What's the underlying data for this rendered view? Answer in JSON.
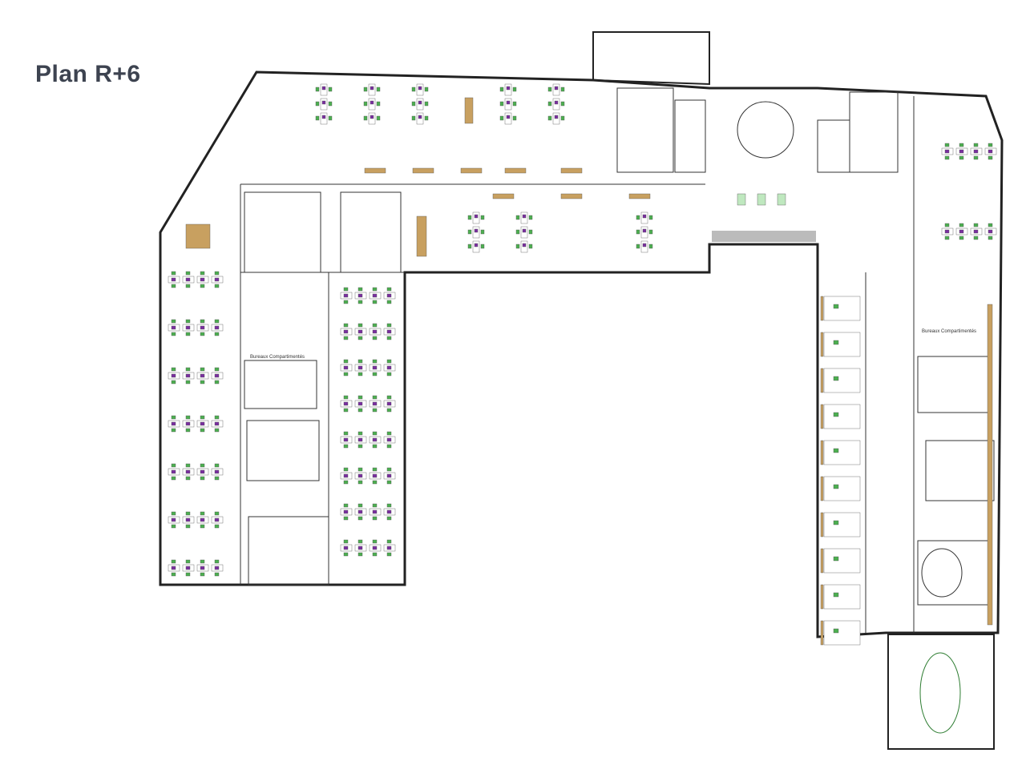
{
  "title": "Plan R+6",
  "labels": {
    "left_office": "Bureaux Compartimentés",
    "right_office": "Bureaux Compartimentés"
  },
  "colors": {
    "wall": "#222222",
    "desk": "#7a2ea0",
    "chair": "#4caf50",
    "accent": "#e02020",
    "wood": "#c8a060"
  }
}
